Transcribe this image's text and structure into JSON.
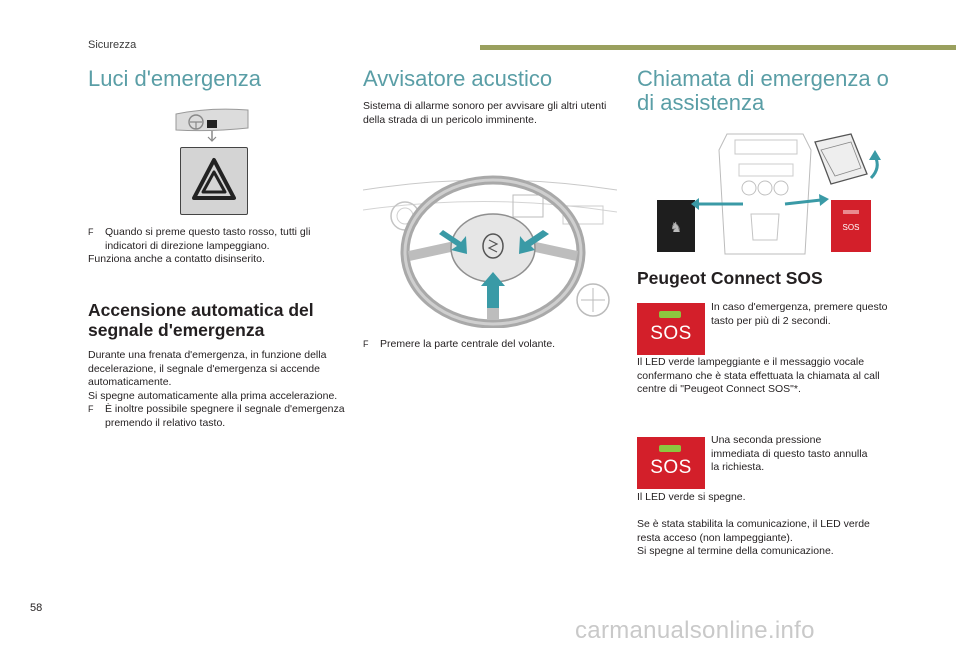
{
  "header": {
    "section": "Sicurezza"
  },
  "col1": {
    "title": "Luci d'emergenza",
    "bullet1": "Quando si preme questo tasto rosso, tutti gli indicatori di direzione lampeggiano.",
    "para1": "Funziona anche a contatto disinserito.",
    "subtitle_line1": "Accensione automatica del",
    "subtitle_line2": "segnale d'emergenza",
    "para2": "Durante una frenata d'emergenza, in funzione della decelerazione, il segnale d'emergenza si accende automaticamente.",
    "para3": "Si spegne automaticamente alla prima accelerazione.",
    "bullet2": "È inoltre possibile spegnere il segnale d'emergenza premendo il relativo tasto."
  },
  "col2": {
    "title": "Avvisatore acustico",
    "para1": "Sistema di allarme sonoro per avvisare gli altri utenti della strada di un pericolo imminente.",
    "bullet1": "Premere la parte centrale del volante."
  },
  "col3": {
    "title_line1": "Chiamata di emergenza o",
    "title_line2": "di assistenza",
    "console_sos_label": "SOS",
    "subtitle": "Peugeot Connect SOS",
    "sos_label": "SOS",
    "text1": "In caso d'emergenza, premere questo tasto per più di 2 secondi.",
    "para1": "Il LED verde lampeggiante e il messaggio vocale confermano che è stata effettuata la chiamata al call centre di \"Peugeot Connect SOS\"*.",
    "text2": "Una seconda pressione immediata di questo tasto annulla la richiesta.",
    "para2": "Il LED verde si spegne.",
    "para3": "Se è stata stabilita la comunicazione, il LED verde resta acceso (non lampeggiante).",
    "para4": "Si spegne al termine della comunicazione."
  },
  "bullet_mark": "F",
  "footer": {
    "page_number": "58",
    "watermark": "carmanualsonline.info"
  },
  "colors": {
    "title": "#5a9ea6",
    "bar": "#9aa05e",
    "sos_red": "#d31f2a",
    "led_green": "#8cc63f",
    "arrow_teal": "#3a9aa6"
  }
}
